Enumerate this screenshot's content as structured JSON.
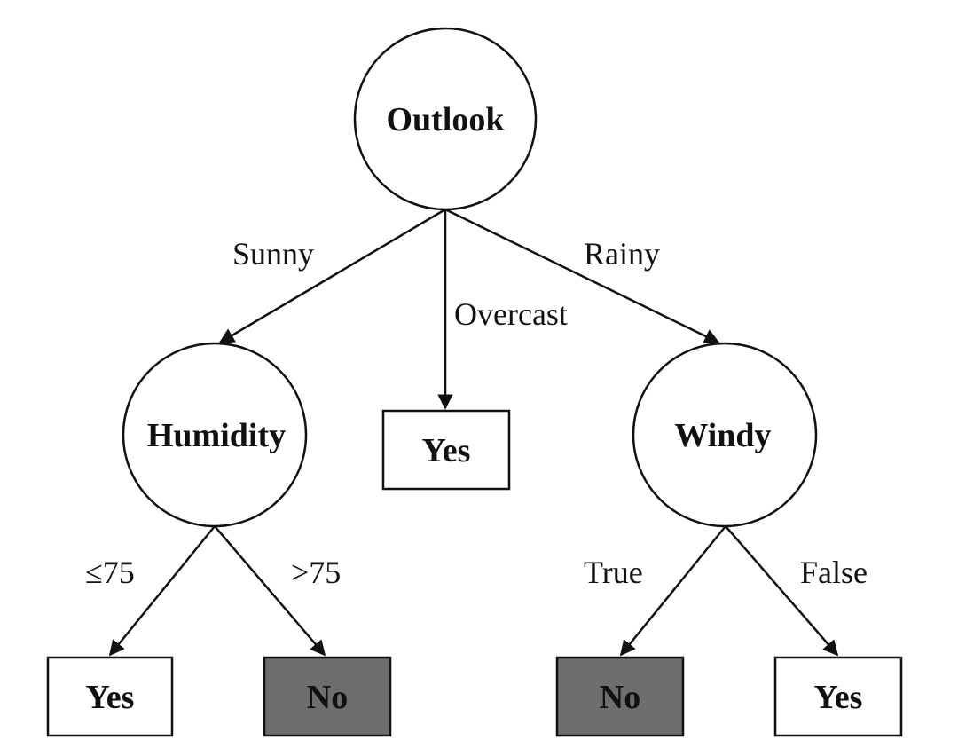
{
  "diagram": {
    "root": {
      "label": "Outlook"
    },
    "nodes": {
      "humidity": {
        "label": "Humidity"
      },
      "windy": {
        "label": "Windy"
      }
    },
    "leaves": {
      "overcast_yes": {
        "label": "Yes",
        "class": "yes"
      },
      "humidity_low_yes": {
        "label": "Yes",
        "class": "yes"
      },
      "humidity_high_no": {
        "label": "No",
        "class": "no"
      },
      "windy_true_no": {
        "label": "No",
        "class": "no"
      },
      "windy_false_yes": {
        "label": "Yes",
        "class": "yes"
      }
    },
    "edges": {
      "sunny": "Sunny",
      "overcast": "Overcast",
      "rainy": "Rainy",
      "le75": "≤75",
      "gt75": ">75",
      "true": "True",
      "false": "False"
    },
    "colors": {
      "yes_fill": "#ffffff",
      "no_fill": "#6e6e6e",
      "ink": "#111111"
    }
  }
}
